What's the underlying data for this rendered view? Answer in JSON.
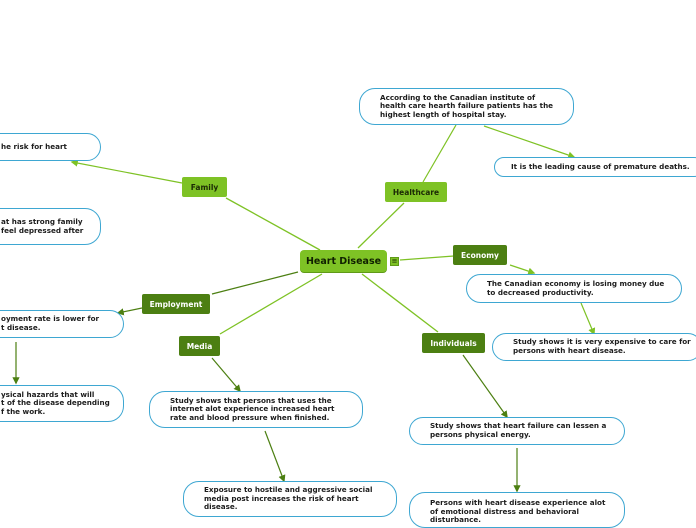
{
  "center": {
    "label": "Heart Disease",
    "toggle_icon": "collapse-icon"
  },
  "branches": {
    "family": "Family",
    "healthcare": "Healthcare",
    "economy": "Economy",
    "employment": "Employment",
    "media": "Media",
    "individuals": "Individuals"
  },
  "leaves": {
    "family_1": "he risk for heart",
    "family_2": "at has strong family\nfeel depressed after",
    "healthcare_1": "According to the Canadian institute of\nhealth care hearth failure patients has the\nhighest length of hospital stay.",
    "healthcare_2": "It is the leading cause of premature deaths.",
    "economy_1": "The Canadian economy is losing money due\nto decreased productivity.",
    "economy_2": "Study shows it is very expensive to care for\npersons with heart disease.",
    "employment_1": "oyment rate is lower for\nt disease.",
    "employment_2": "ysical hazards that will\nt of the disease depending\nf the work.",
    "media_1": "Study shows that persons that uses the\ninternet alot experience increased heart\nrate and blood pressure when finished.",
    "media_2": "Exposure to hostile and aggressive social\nmedia post increases the risk of heart\ndisease.",
    "individuals_1": "Study shows that heart failure can lessen a\npersons physical energy.",
    "individuals_2": "Persons with heart disease experience alot\nof emotional distress and behavioral\ndisturbance."
  },
  "colors": {
    "light_green": "#7ec225",
    "dark_green": "#4c7f12",
    "leaf_border": "#3ea7d2"
  }
}
